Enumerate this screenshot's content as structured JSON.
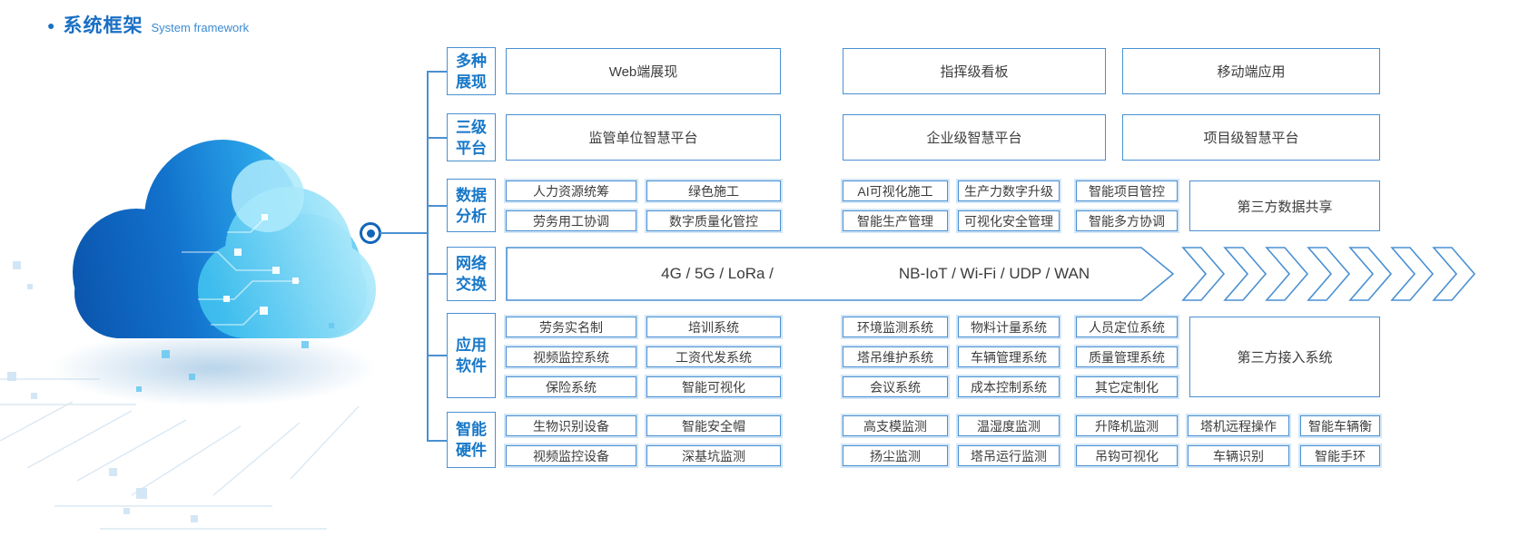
{
  "title": {
    "bullet": "●",
    "zh": "系统框架",
    "en": "System framework"
  },
  "colors": {
    "accent_blue": "#1878c8",
    "border_blue": "#4a90d2",
    "box_text": "#3c3c3c",
    "cloud_dark": "#0b55ad",
    "cloud_light": "#86dff9"
  },
  "categories": [
    {
      "line1": "多种",
      "line2": "展现"
    },
    {
      "line1": "三级",
      "line2": "平台"
    },
    {
      "line1": "数据",
      "line2": "分析"
    },
    {
      "line1": "网络",
      "line2": "交换"
    },
    {
      "line1": "应用",
      "line2": "软件"
    },
    {
      "line1": "智能",
      "line2": "硬件"
    }
  ],
  "display_row": [
    "Web端展现",
    "指挥级看板",
    "移动端应用"
  ],
  "platform_row": [
    "监管单位智慧平台",
    "企业级智慧平台",
    "项目级智慧平台"
  ],
  "data_analysis": {
    "grid": [
      [
        "人力资源统筹",
        "绿色施工",
        "AI可视化施工",
        "生产力数字升级",
        "智能项目管控"
      ],
      [
        "劳务用工协调",
        "数字质量化管控",
        "智能生产管理",
        "可视化安全管理",
        "智能多方协调"
      ]
    ],
    "side": "第三方数据共享"
  },
  "network": {
    "text_left": "4G / 5G / LoRa /",
    "text_right": "NB-IoT / Wi-Fi / UDP / WAN",
    "chevrons": 7
  },
  "applications": {
    "grid": [
      [
        "劳务实名制",
        "培训系统",
        "环境监测系统",
        "物料计量系统",
        "人员定位系统"
      ],
      [
        "视频监控系统",
        "工资代发系统",
        "塔吊维护系统",
        "车辆管理系统",
        "质量管理系统"
      ],
      [
        "保险系统",
        "智能可视化",
        "会议系统",
        "成本控制系统",
        "其它定制化"
      ]
    ],
    "side": "第三方接入系统"
  },
  "hardware": {
    "grid": [
      [
        "生物识别设备",
        "智能安全帽",
        "高支模监测",
        "温湿度监测",
        "升降机监测",
        "塔机远程操作",
        "智能车辆衡"
      ],
      [
        "视频监控设备",
        "深基坑监测",
        "扬尘监测",
        "塔吊运行监测",
        "吊钩可视化",
        "车辆识别",
        "智能手环"
      ]
    ]
  }
}
